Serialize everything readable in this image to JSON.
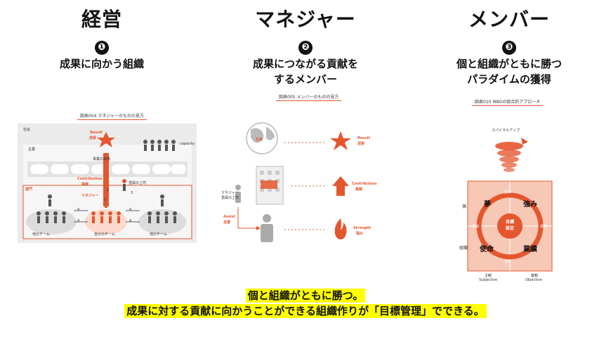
{
  "columns": [
    {
      "title": "経営",
      "number": "❶",
      "subtitle": "成果に向かう組織"
    },
    {
      "title": "マネジャー",
      "number": "❷",
      "subtitle_line1": "成果につながる貢献を",
      "subtitle_line2": "するメンバー"
    },
    {
      "title": "メンバー",
      "number": "❸",
      "subtitle_line1": "個と組織がともに勝つ",
      "subtitle_line2": "パラダイムの獲得"
    }
  ],
  "figure1": {
    "label": "図表004 マネジャーのものの見方",
    "society": "社会",
    "company": "企業",
    "stakeholders": "capacity",
    "result": "Result",
    "result_jp": "成果",
    "business_goal": "事業の目標",
    "contribution": "Contribution",
    "contribution_jp": "貢献",
    "boss": "直属の上司",
    "department": "部門",
    "manager": "マネジャー",
    "other_team_left": "他のチーム",
    "own_team": "自分のチーム",
    "other_team_right": "他のチーム",
    "steps": [
      "1",
      "2",
      "3",
      "4",
      "4",
      "4",
      "4"
    ]
  },
  "figure2": {
    "label": "図表005 メンバーのものの見方",
    "society": "社会",
    "result": "Result",
    "result_jp": "成果",
    "contribution": "Contribution",
    "contribution_jp": "貢献",
    "boss_line1": "マネジャー",
    "boss_line2": "直属の上司",
    "assist": "Assist",
    "assist_jp": "支援",
    "strength": "Strength",
    "strength_jp": "強み"
  },
  "figure3": {
    "label": "図表010 MBOの統合的アプローチ",
    "spiral_label": "スパイラルアップ",
    "center_line1": "目標",
    "center_line2": "設定",
    "dream": "夢",
    "strength": "強み",
    "mission": "使命",
    "achievement": "業績",
    "top_arrow": "自由",
    "bottom_arrow": "理念",
    "left_arrow": "理解",
    "right_arrow": "貢献",
    "axis_individual": "個",
    "axis_organization": "組織",
    "subjective_jp": "主観",
    "subjective_en": "Subjective",
    "objective_jp": "客観",
    "objective_en": "Objective"
  },
  "captions": {
    "line1": "個と組織がともに勝つ。",
    "line2": "成果に対する貢献に向かうことができる組織作りが「目標管理」でできる。"
  },
  "colors": {
    "accent": "#e4572e",
    "highlight": "#ffff00",
    "person": "#555555"
  }
}
